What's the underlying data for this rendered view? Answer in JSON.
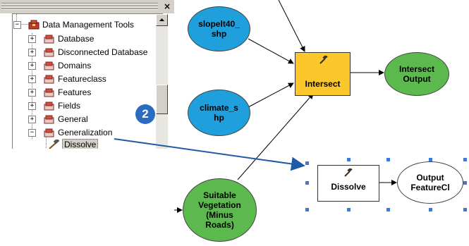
{
  "toolbox": {
    "close_glyph": "×",
    "items": [
      {
        "label": "Data Management Tools",
        "expander": "−"
      },
      {
        "label": "Database",
        "expander": "+"
      },
      {
        "label": "Disconnected Database",
        "expander": "+"
      },
      {
        "label": "Domains",
        "expander": "+"
      },
      {
        "label": "Featureclass",
        "expander": "+"
      },
      {
        "label": "Features",
        "expander": "+"
      },
      {
        "label": "Fields",
        "expander": "+"
      },
      {
        "label": "General",
        "expander": "+"
      },
      {
        "label": "Generalization",
        "expander": "−"
      },
      {
        "label": "Dissolve",
        "expander": ""
      }
    ]
  },
  "step_badge": "2",
  "model": {
    "slope": {
      "line1": "slopelt40_",
      "line2": "shp"
    },
    "climate": {
      "line1": "climate_s",
      "line2": "hp"
    },
    "intersect_tool": "Intersect",
    "intersect_output": {
      "line1": "Intersect",
      "line2": "Output"
    },
    "suitable_veg": {
      "line1": "Suitable",
      "line2": "Vegetation",
      "line3": "(Minus",
      "line4": "Roads)"
    },
    "dissolve_tool": "Dissolve",
    "dissolve_output": {
      "line1": "Output",
      "line2": "FeatureCl"
    }
  },
  "colors": {
    "input_blue": "#1f9fdc",
    "derived_green": "#5cb94e",
    "tool_yellow": "#fcc72a",
    "selection_blue": "#3b7ad9",
    "badge_blue": "#2a6cc0"
  }
}
